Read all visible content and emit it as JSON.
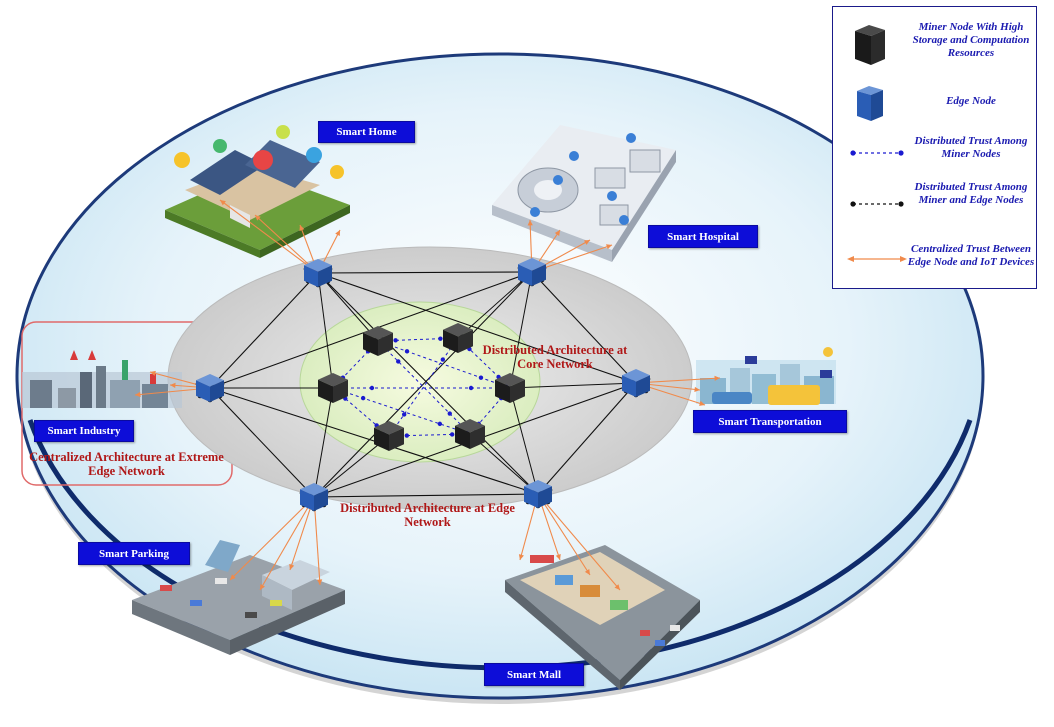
{
  "labels": {
    "smart_home": "Smart Home",
    "smart_hospital": "Smart Hospital",
    "smart_industry": "Smart Industry",
    "smart_transportation": "Smart Transportation",
    "smart_parking": "Smart Parking",
    "smart_mall": "Smart Mall"
  },
  "architecture": {
    "core": "Distributed Architecture at Core Network",
    "edge": "Distributed Architecture at Edge Network",
    "extreme_edge": "Centralized Architecture at Extreme Edge Network"
  },
  "legend": {
    "miner_node": "Miner Node With High Storage and Computation Resources",
    "edge_node": "Edge Node",
    "trust_miner": "Distributed Trust Among Miner Nodes",
    "trust_miner_edge": "Distributed Trust Among Miner and Edge Nodes",
    "trust_edge_iot": "Centralized Trust Between Edge Node and IoT Devices"
  },
  "colors": {
    "label_bg": "#0d0dd8",
    "arch_text": "#b01818",
    "legend_text": "#1a1ab0",
    "edge_cube": "#2a5db5",
    "miner_cube": "#1c1c1c",
    "trust_miner_line": "#1a1ad0",
    "trust_edge_iot_line": "#f08a4b"
  }
}
